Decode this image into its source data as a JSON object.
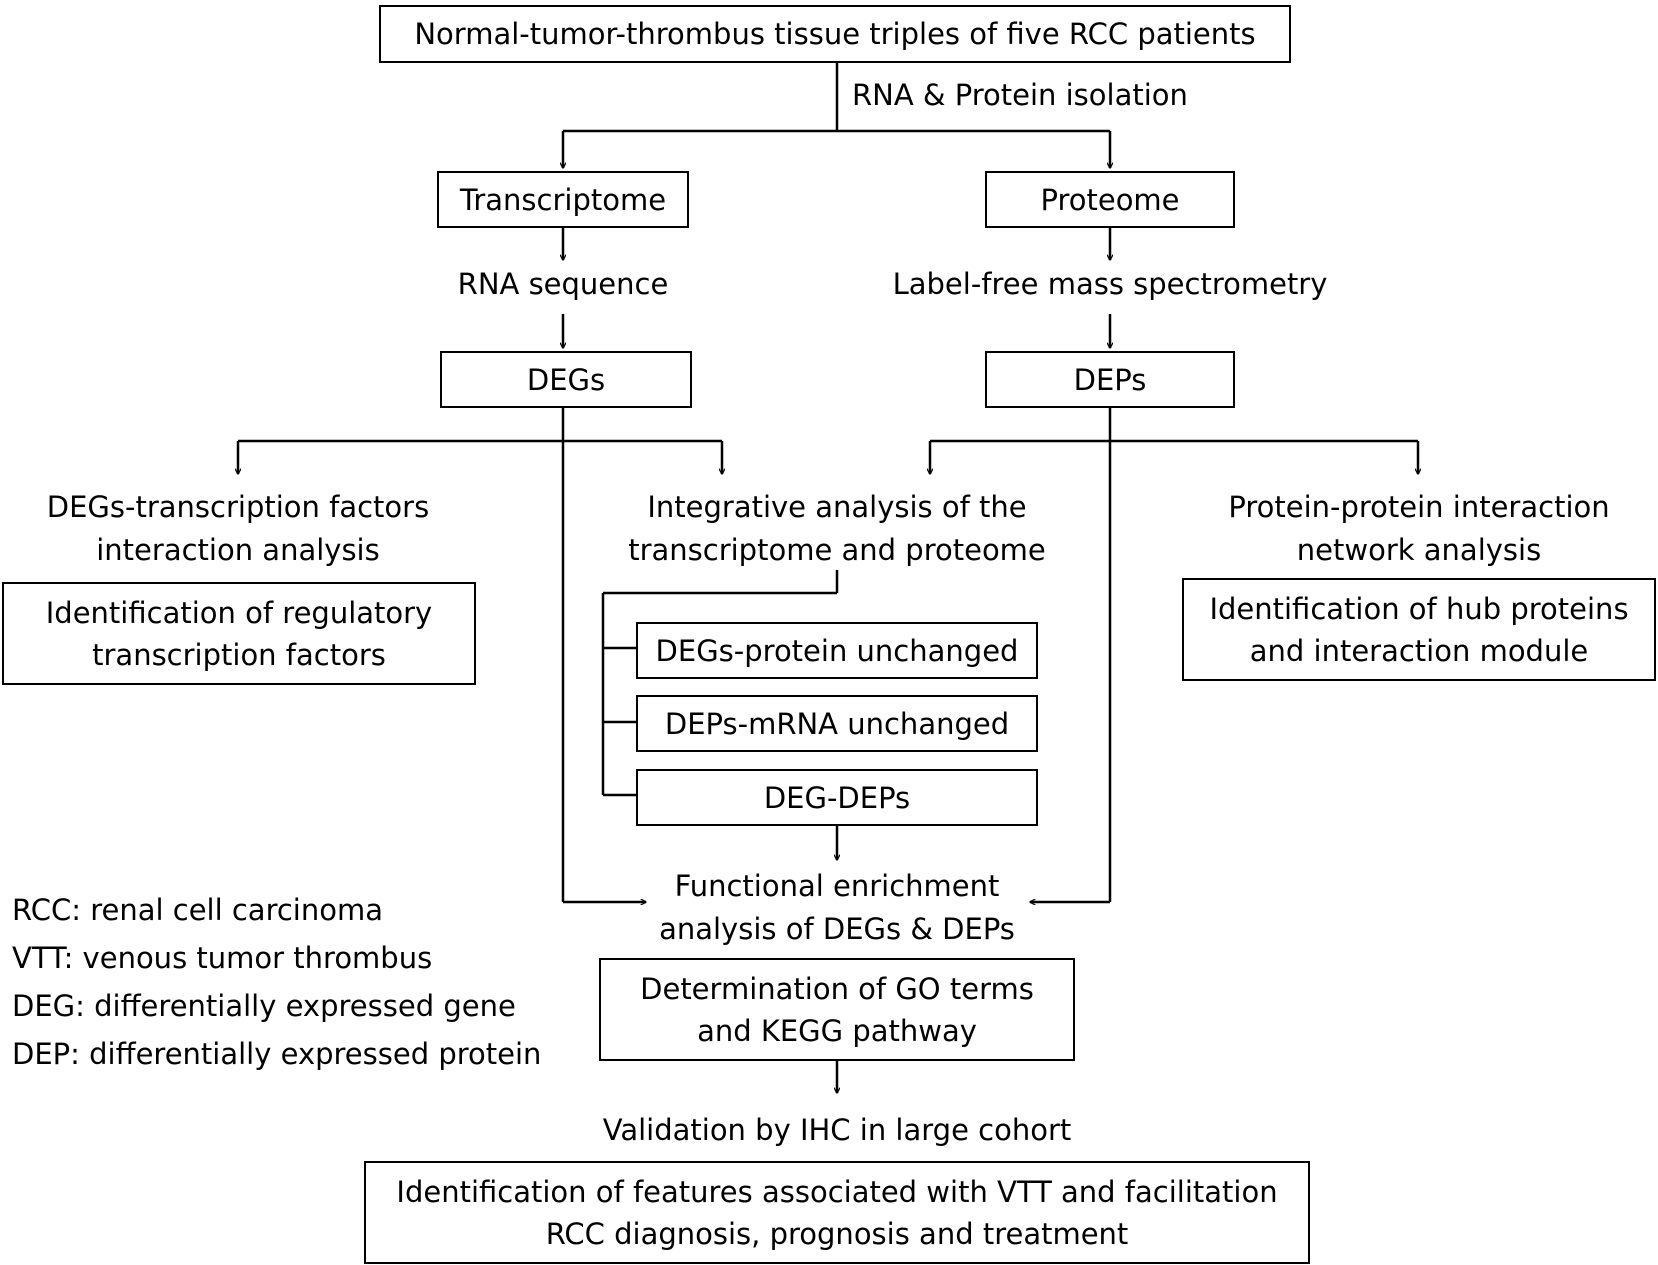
{
  "boxes": {
    "top": "Normal-tumor-thrombus tissue triples of five RCC patients",
    "transcriptome": "Transcriptome",
    "proteome": "Proteome",
    "degs": "DEGs",
    "deps": "DEPs",
    "tf_identification": [
      "Identification of regulatory",
      "transcription factors"
    ],
    "hub_identification": [
      "Identification of hub proteins",
      "and interaction module"
    ],
    "degs_protein_unchanged": "DEGs-protein unchanged",
    "deps_mrna_unchanged": "DEPs-mRNA unchanged",
    "deg_deps": "DEG-DEPs",
    "go_kegg": [
      "Determination of GO terms",
      "and KEGG pathway"
    ],
    "final": [
      "Identification of features associated with VTT and facilitation",
      "RCC diagnosis, prognosis and treatment"
    ]
  },
  "labels": {
    "isolation": "RNA & Protein isolation",
    "rna_seq": "RNA sequence",
    "mass_spec": "Label-free mass spectrometry",
    "tf_analysis": [
      "DEGs-transcription factors",
      "interaction analysis"
    ],
    "integrative": [
      "Integrative analysis of the",
      "transcriptome and proteome"
    ],
    "ppi": [
      "Protein-protein interaction",
      "network analysis"
    ],
    "functional": [
      "Functional enrichment",
      "analysis of DEGs & DEPs"
    ],
    "validation": "Validation by IHC in large cohort"
  },
  "legend": [
    "RCC: renal cell carcinoma",
    "VTT: venous tumor thrombus",
    "DEG: differentially expressed gene",
    "DEP: differentially expressed protein"
  ]
}
